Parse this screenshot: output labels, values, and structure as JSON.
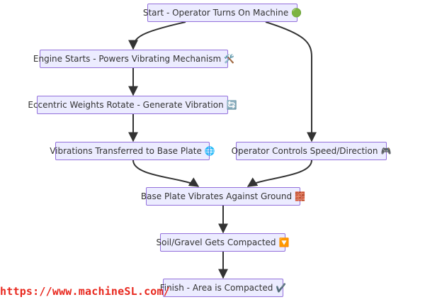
{
  "nodes": {
    "start": {
      "label": "Start - Operator Turns On Machine",
      "emoji": "🟢"
    },
    "engine": {
      "label": "Engine Starts - Powers Vibrating Mechanism",
      "emoji": "🛠️"
    },
    "eccentric": {
      "label": "Eccentric Weights Rotate - Generate Vibration",
      "emoji": "🔄"
    },
    "transfer": {
      "label": "Vibrations Transferred to Base Plate",
      "emoji": "🌐"
    },
    "operator": {
      "label": "Operator Controls Speed/Direction",
      "emoji": "🎮"
    },
    "baseplate": {
      "label": "Base Plate Vibrates Against Ground",
      "emoji": "🧱"
    },
    "soil": {
      "label": "Soil/Gravel Gets Compacted",
      "emoji": "🔽"
    },
    "finish": {
      "label": "Finish - Area is Compacted",
      "emoji": "✔️"
    }
  },
  "watermark": {
    "text": "https://www.machineSL.com/"
  },
  "colors": {
    "node_fill": "#ececff",
    "node_border": "#9370db",
    "edge": "#333333",
    "watermark": "#e8281e"
  }
}
